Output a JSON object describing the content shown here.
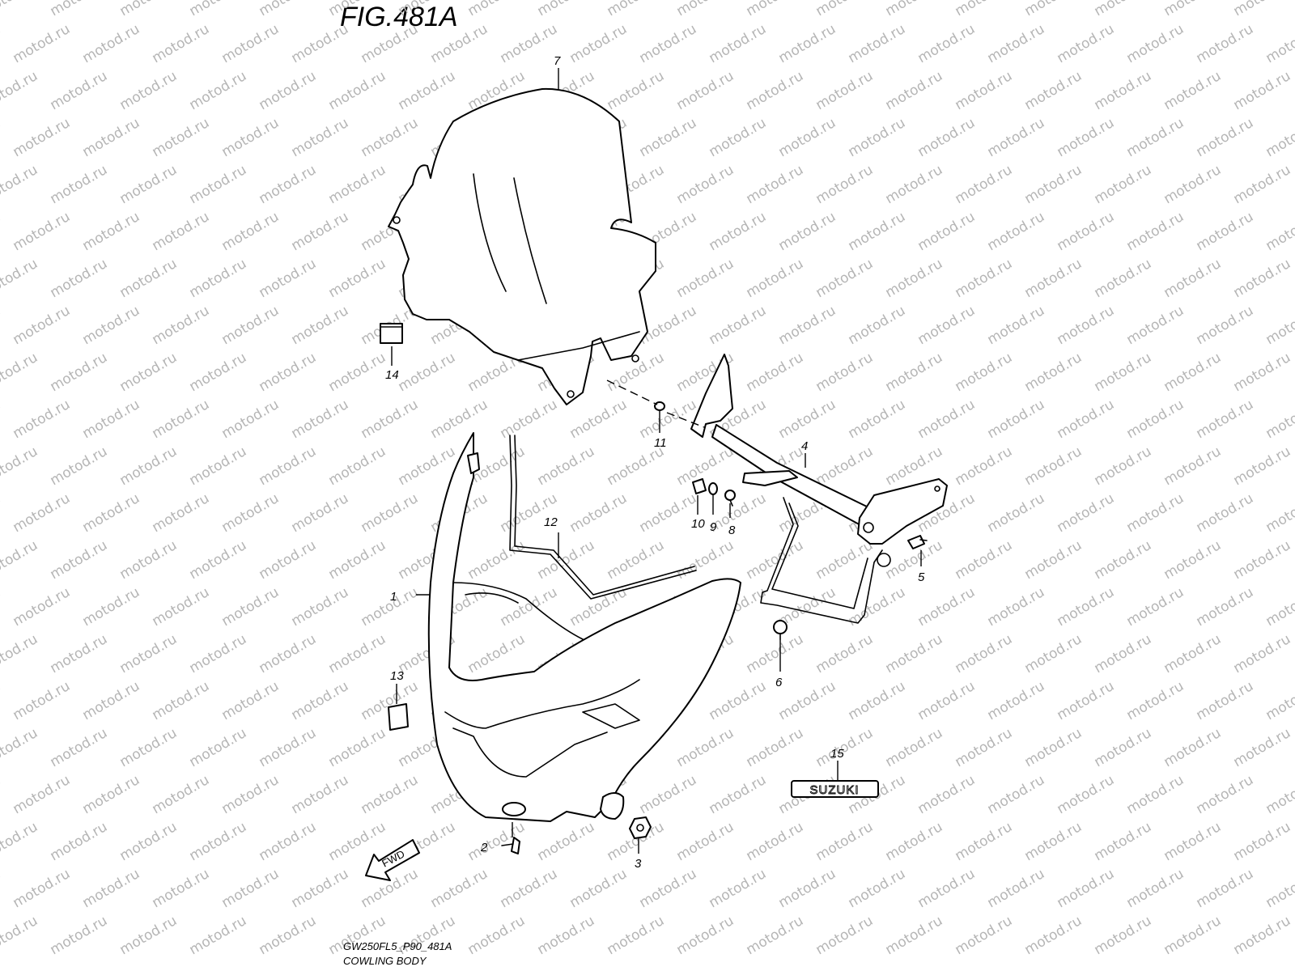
{
  "figure": {
    "title": "FIG.481A",
    "code": "GW250FL5_P90_481A",
    "name": "COWLING BODY",
    "watermark": "motod.ru",
    "fwd_label": "FWD",
    "emblem_text": "SUZUKI"
  },
  "callouts": [
    "1",
    "2",
    "3",
    "4",
    "5",
    "6",
    "7",
    "8",
    "9",
    "10",
    "11",
    "12",
    "13",
    "14",
    "15"
  ]
}
